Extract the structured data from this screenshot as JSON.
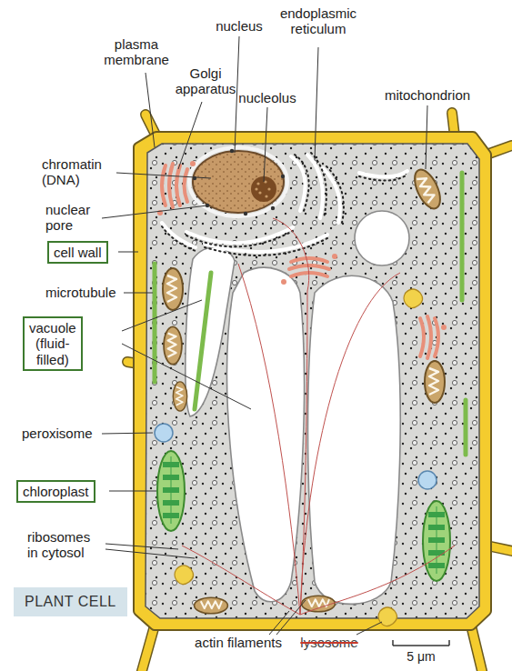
{
  "diagram": {
    "nodes": [
      {
        "text": [
          "cell wall"
        ]
      },
      {
        "text": [
          "vacuole (fluid-filled)"
        ]
      },
      {
        "text": [
          "chloroplast"
        ]
      },
      {
        "text": [
          "PLANT CELL"
        ]
      }
    ],
    "labels": [
      "nucleus",
      "endoplasmic reticulum",
      "plasma membrane",
      "Golgi apparatus",
      "nucleolus",
      "mitochondrion",
      "chromatin (DNA)",
      "nuclear pore",
      "microtubule",
      "peroxisome",
      "ribosomes in cytosol",
      "actin filaments",
      "lysosome",
      "5 μm"
    ]
  }
}
